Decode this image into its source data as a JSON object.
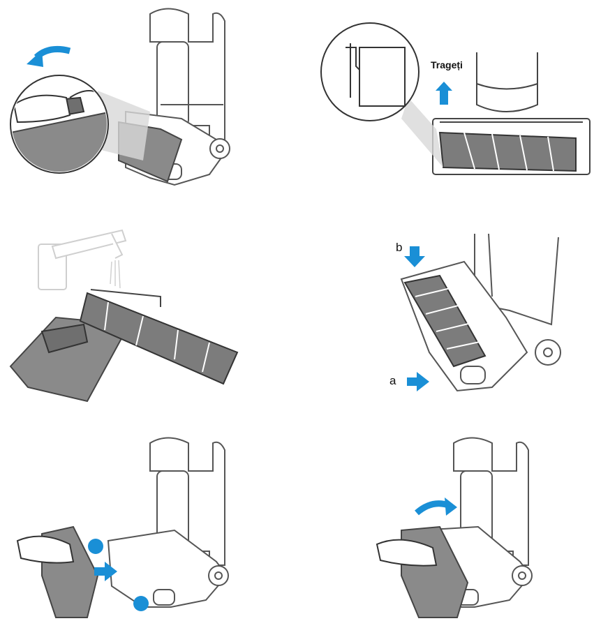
{
  "labels": {
    "pull": "Trageți",
    "b": "b",
    "a": "a"
  },
  "colors": {
    "accent": "#1a8fd6",
    "line": "#555555",
    "tray": "#8a8a8a",
    "brush": "#7c7c7c"
  },
  "steps": [
    {
      "icon": "rotate-arrow-icon"
    },
    {
      "icon": "pull-up-arrow-icon"
    },
    {
      "icon": "faucet-icon"
    },
    {
      "icon": "push-down-arrow-icon"
    },
    {
      "icon": "push-right-arrow-icon"
    },
    {
      "icon": "rotate-arrow-icon"
    }
  ]
}
